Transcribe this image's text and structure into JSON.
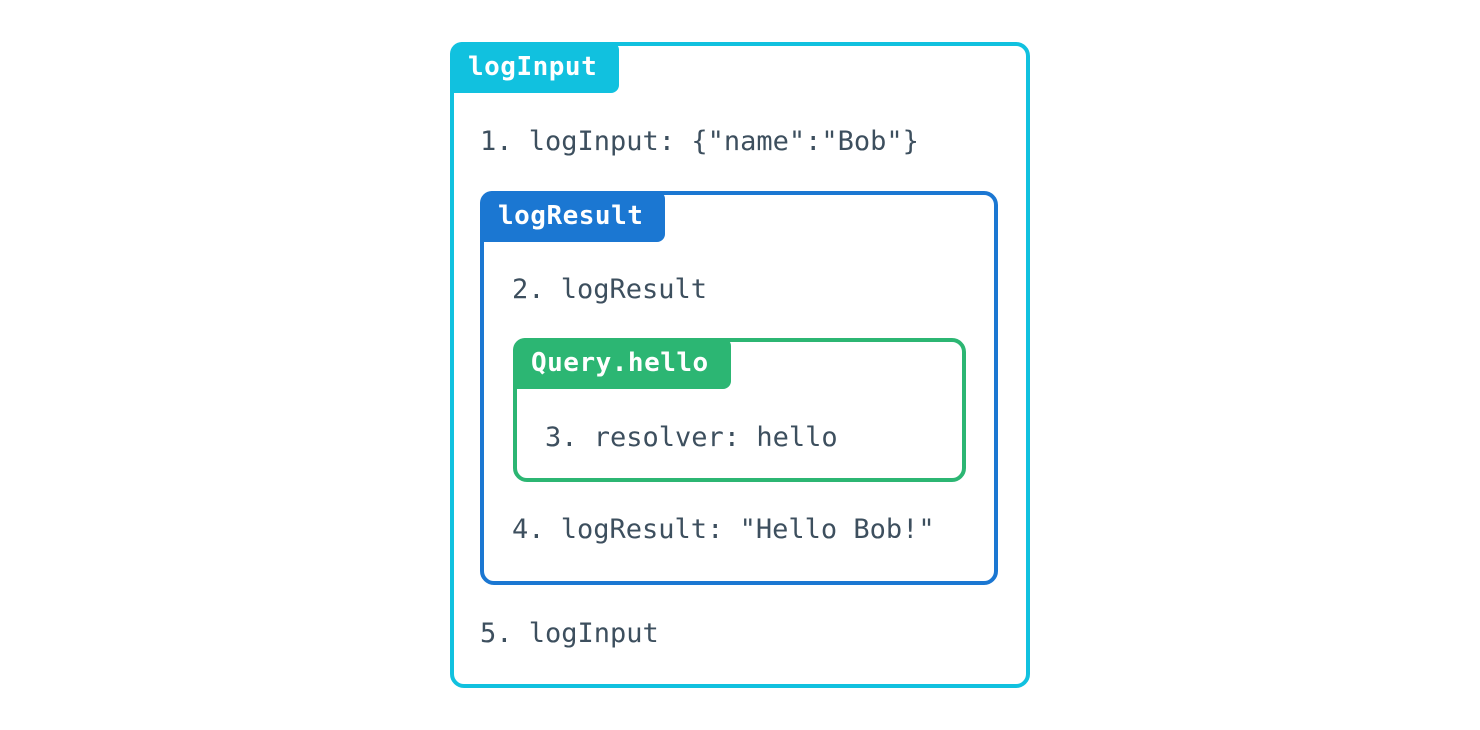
{
  "colors": {
    "cyan": "#11C1DF",
    "blue": "#1B77D2",
    "green": "#2CB673",
    "text": "#3D4F5E",
    "badge_text": "#FFFFFF",
    "background": "#FFFFFF"
  },
  "diagram": {
    "outer_box": {
      "label": "logInput",
      "step_enter": "1. logInput: {\"name\":\"Bob\"}",
      "step_exit": "5. logInput"
    },
    "middle_box": {
      "label": "logResult",
      "step_enter": "2. logResult",
      "step_exit": "4. logResult: \"Hello Bob!\""
    },
    "inner_box": {
      "label": "Query.hello",
      "step": "3. resolver: hello"
    }
  }
}
